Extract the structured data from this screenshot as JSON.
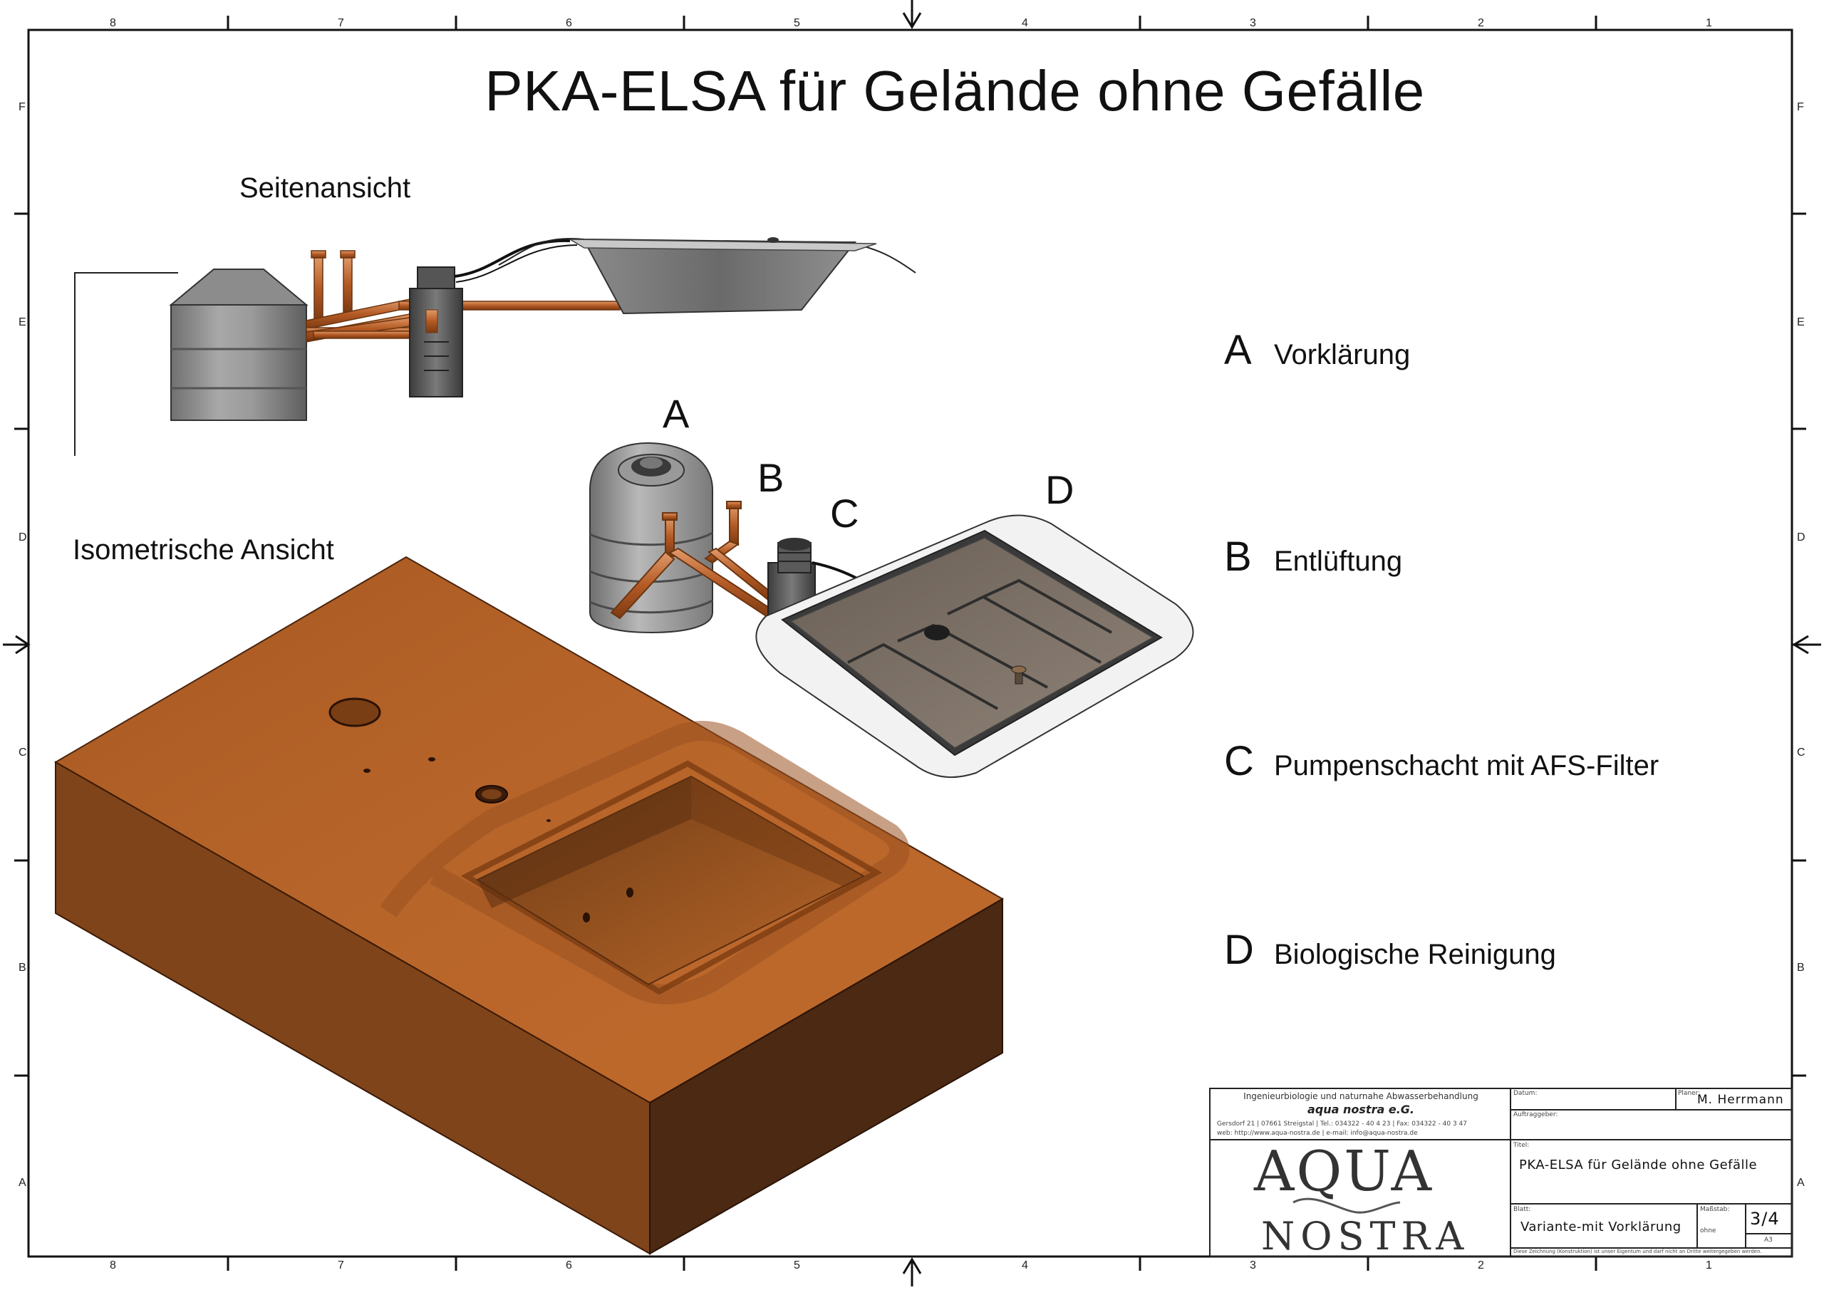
{
  "title": "PKA-ELSA für Gelände ohne Gefälle",
  "views": {
    "side": "Seitenansicht",
    "iso": "Isometrische Ansicht"
  },
  "iso_labels": [
    "A",
    "B",
    "C",
    "D"
  ],
  "legend": [
    {
      "letter": "A",
      "text": "Vorklärung"
    },
    {
      "letter": "B",
      "text": "Entlüftung"
    },
    {
      "letter": "C",
      "text": "Pumpenschacht mit AFS-Filter"
    },
    {
      "letter": "D",
      "text": "Biologische Reinigung"
    }
  ],
  "frame": {
    "columns": [
      "8",
      "7",
      "6",
      "5",
      "4",
      "3",
      "2",
      "1"
    ],
    "rows": [
      "F",
      "E",
      "D",
      "C",
      "B",
      "A"
    ]
  },
  "title_block": {
    "company_line1": "Ingenieurbiologie und naturnahe Abwasserbehandlung",
    "company_name": "aqua nostra e.G.",
    "company_addr": "Gersdorf 21 | 07661 Streigstal | Tel.: 034322 - 40 4 23 | Fax: 034322 - 40 3 47",
    "company_web": "web: http://www.aqua-nostra.de | e-mail: info@aqua-nostra.de",
    "logo_top": "AQUA",
    "logo_bottom": "NOSTRA",
    "datum_label": "Datum:",
    "planer_label": "Planer:",
    "planer": "M. Herrmann",
    "auftraggeber_label": "Auftraggeber:",
    "titel_label": "Titel:",
    "titel": "PKA-ELSA für Gelände ohne Gefälle",
    "blatt_label": "Blatt:",
    "blatt": "Variante-mit Vorklärung",
    "massstab_label": "Maßstab:",
    "massstab": "ohne",
    "sheet_no": "3/4",
    "format": "A3",
    "disclaimer": "Diese Zeichnung (Konstruktion) ist unser Eigentum und darf nicht an Dritte weitergegeben werden."
  }
}
